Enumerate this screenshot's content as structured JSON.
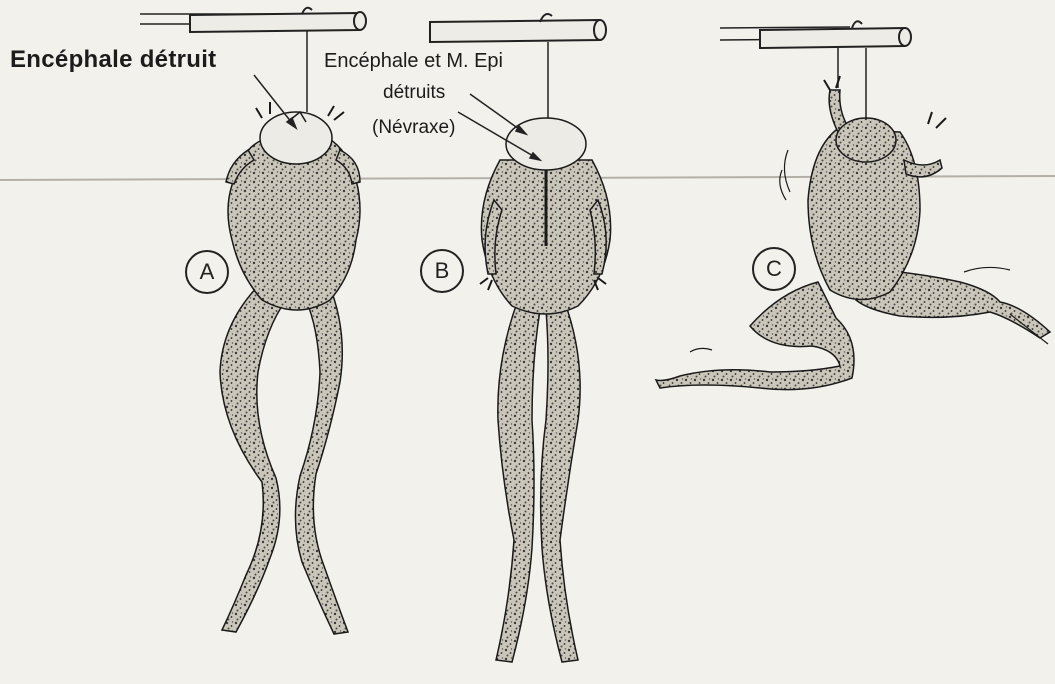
{
  "labels": {
    "frog_a_note": "Encéphale détruit",
    "frog_b_note_line1": "Encéphale et M. Epi",
    "frog_b_note_line2": "détruits",
    "frog_b_note_line3": "(Névraxe)"
  },
  "panels": [
    {
      "letter": "A"
    },
    {
      "letter": "B"
    },
    {
      "letter": "C"
    }
  ],
  "colors": {
    "paper": "#f3f1ec",
    "ink": "#1c1c1c",
    "frog_fill": "#c9c4b8"
  }
}
